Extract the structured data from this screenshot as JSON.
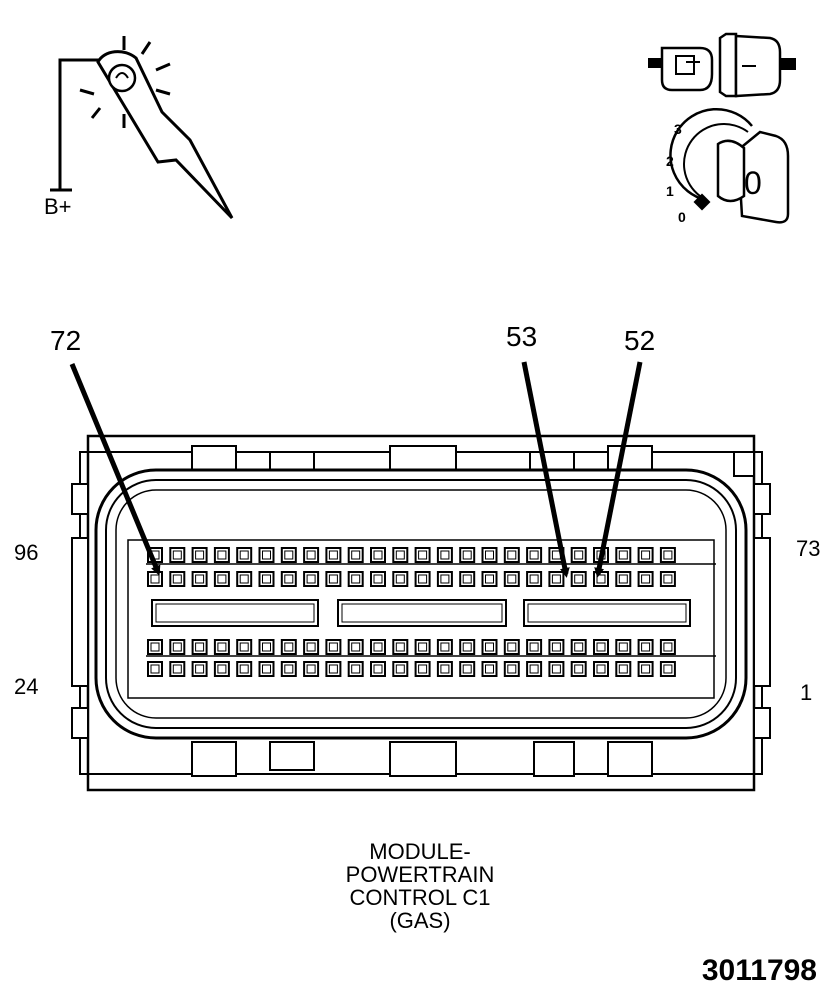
{
  "icons": {
    "probe": {
      "name": "test-light-probe-icon",
      "label": "B+"
    },
    "connector": {
      "name": "connector-disconnect-icon"
    },
    "ignition": {
      "name": "ignition-key-icon",
      "key_label": "0",
      "positions": [
        "3",
        "2",
        "1",
        "0"
      ]
    }
  },
  "callouts": [
    {
      "pin": "72"
    },
    {
      "pin": "53"
    },
    {
      "pin": "52"
    }
  ],
  "pin_end_labels": {
    "top_left": "96",
    "top_right": "73",
    "bottom_left": "24",
    "bottom_right": "1"
  },
  "caption": {
    "line1": "MODULE-",
    "line2": "POWERTRAIN",
    "line3": "CONTROL C1",
    "line4": "(GAS)"
  },
  "figure_number": "3011798"
}
